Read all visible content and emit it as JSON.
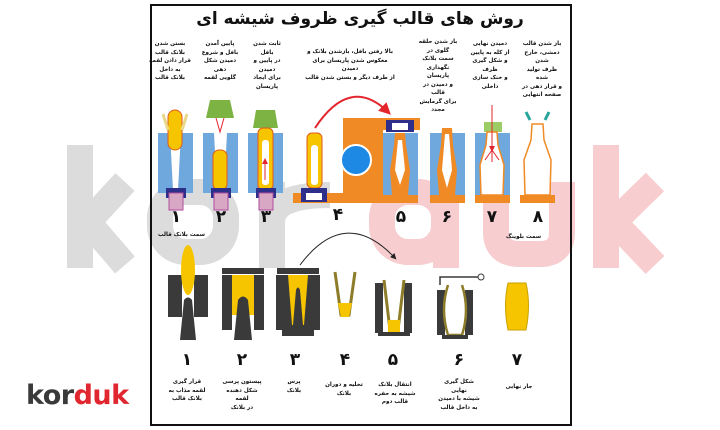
{
  "title": "روش های قالب گیری ظروف شیشه ای",
  "watermark": {
    "part1": "kor",
    "part2": "duk"
  },
  "logo": {
    "part1": "kor",
    "part2": "duk"
  },
  "colors": {
    "mold": "#6fa8dc",
    "gob": "#f6c500",
    "orange": "#f08a24",
    "press": "#3a3a3a",
    "arrow": "#e3262e"
  },
  "blow_blow": {
    "steps": [
      {
        "num": "۱",
        "text": "بستن شدن\nبلانک قالب\nقرار دادن لقمه\nبه داخل\nبلانک قالب"
      },
      {
        "num": "۲",
        "text": "پایین آمدن\nبافل و شروع\nدمیدن شکل دهی\nگلویی لقمه"
      },
      {
        "num": "۳",
        "text": "ثابت شدن بافل\nدر پایین و دمیدن\nبرای ایجاد\nپاریسان"
      },
      {
        "num": "۴",
        "text": "بالا رفتن بافل، بازشدن بلانک و\nمعکوس شدن پاریسان برای دمیدن\nاز طرف دیگر و بستن شدن قالب"
      },
      {
        "num": "۵",
        "text": ""
      },
      {
        "num": "۶",
        "text": "باز شدن حلقه\nگلوی در\nسمت بلانک\nنگهداری پاریسان\nو دمیدن در قالب\nبرای گرمایش مجدد"
      },
      {
        "num": "۷",
        "text": "دمیدن نهایی\nاز کله به پایین\nو شکل گیری ظرف\nو خنک سازی\nداخلی"
      },
      {
        "num": "۸",
        "text": "باز شدن قالب\nدمشی، خارج شدن\nظرف تولید شده\nو قرار دهی در\nصفحه انتهایی"
      }
    ],
    "blank_side_label": "سمت بلانک قالب",
    "blow_side_label": "سمت بلوینگ"
  },
  "press_blow": {
    "steps": [
      {
        "num": "۱",
        "text": "قرار گیری\nلقمه مذاب به\nبلانک قالب"
      },
      {
        "num": "۲",
        "text": "پیستون پرسی\nشکل دهنده لقمه\nدر بلانک"
      },
      {
        "num": "۳",
        "text": "پرس\nبلانک"
      },
      {
        "num": "۴",
        "text": "تخلیه و دوران\nبلانک"
      },
      {
        "num": "۵",
        "text": "انتقال بلانک\nشیشه به حفره\nقالب دوم"
      },
      {
        "num": "۶",
        "text": "شکل گیری نهایی\nشیشه با دمیدن\nبه داخل قالب"
      },
      {
        "num": "۷",
        "text": "جار نهایی"
      }
    ]
  }
}
